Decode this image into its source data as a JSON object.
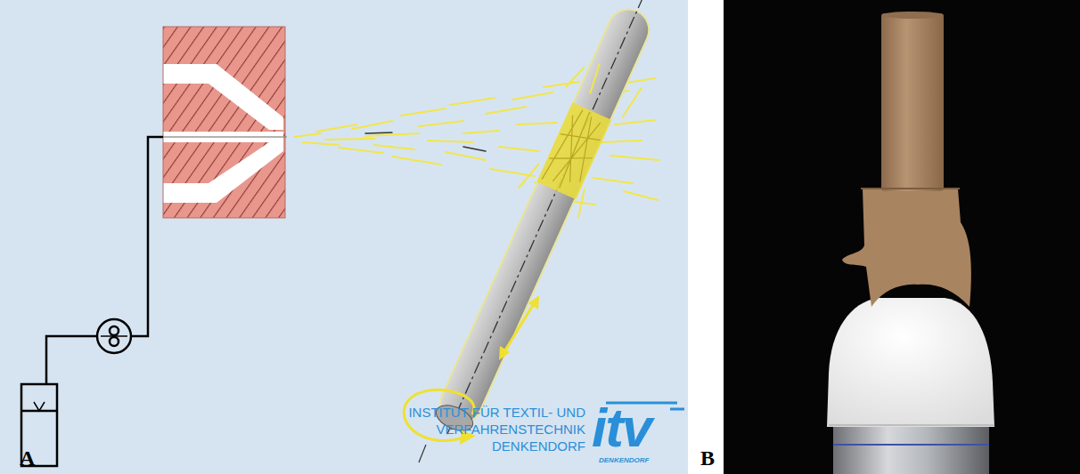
{
  "diagram": {
    "labels": [
      "A",
      "INSTITUT FÜR TEXTIL- UND VERFAHRENSTECHNIK DENKENDORF",
      "itv",
      "DENKENDORF",
      "B"
    ]
  }
}
